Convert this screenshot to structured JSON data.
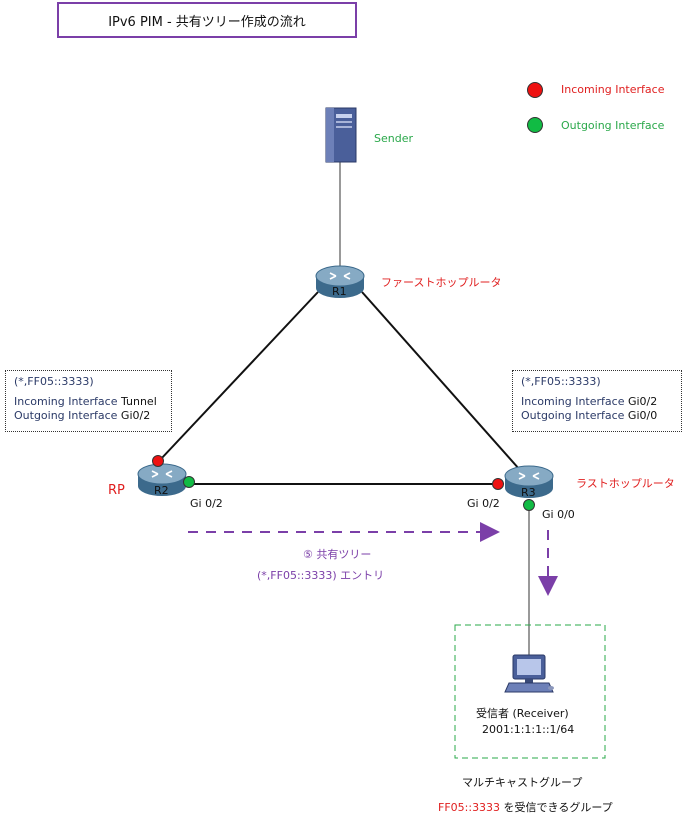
{
  "title": "IPv6 PIM - 共有ツリー作成の流れ",
  "legend": {
    "incoming": "Incoming Interface",
    "outgoing": "Outgoing Interface",
    "incoming_color": "#ee1111",
    "outgoing_color": "#11bb44"
  },
  "sender": {
    "label": "Sender"
  },
  "r1": {
    "name": "R1",
    "role": "ファーストホップルータ"
  },
  "r2": {
    "name": "R2",
    "role": "RP",
    "port": "Gi 0/2"
  },
  "r3": {
    "name": "R3",
    "role": "ラストホップルータ",
    "port_left": "Gi 0/2",
    "port_down": "Gi 0/0"
  },
  "r2_table": {
    "entry": "(*,FF05::3333)",
    "incoming_label": "Incoming Interface",
    "incoming_value": "Tunnel",
    "outgoing_label": "Outgoing Interface",
    "outgoing_value": "Gi0/2"
  },
  "r3_table": {
    "entry": "(*,FF05::3333)",
    "incoming_label": "Incoming Interface",
    "incoming_value": "Gi0/2",
    "outgoing_label": "Outgoing Interface",
    "outgoing_value": "Gi0/0"
  },
  "flow": {
    "line1": "⑤ 共有ツリー",
    "line2": "(*,FF05::3333) エントリ"
  },
  "receiver": {
    "label": "受信者 (Receiver)",
    "address": "2001:1:1:1::1/64"
  },
  "group": {
    "title": "マルチキャストグループ",
    "address": "FF05::3333",
    "suffix": " を受信できるグループ"
  },
  "icons": {
    "router": "router-icon",
    "server": "server-icon",
    "pc": "pc-icon"
  }
}
